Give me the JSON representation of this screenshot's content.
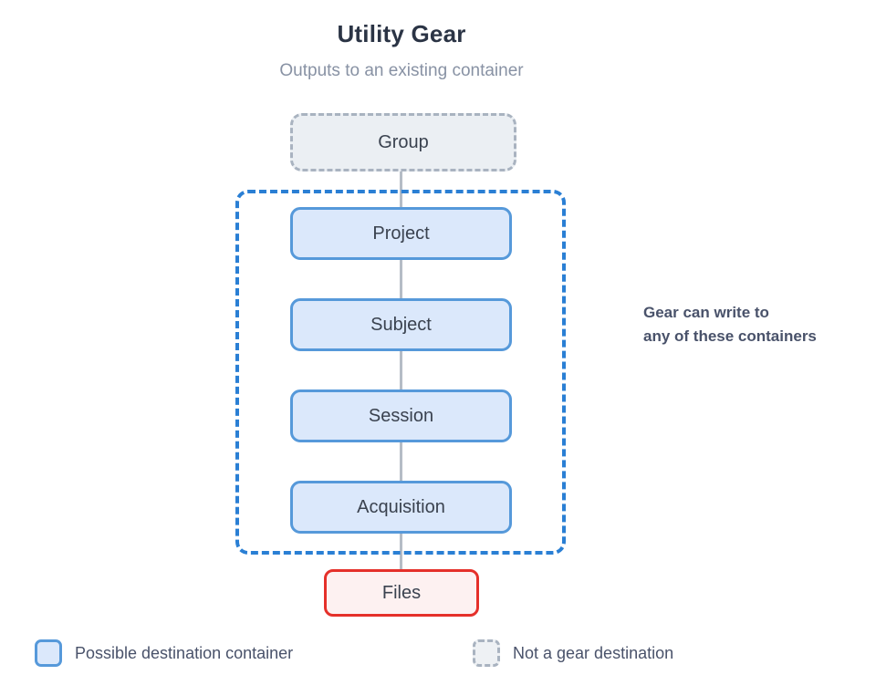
{
  "header": {
    "title": "Utility Gear",
    "subtitle": "Outputs to an existing container"
  },
  "diagram": {
    "nodes": [
      {
        "id": "group",
        "label": "Group",
        "style": "not-destination"
      },
      {
        "id": "project",
        "label": "Project",
        "style": "destination"
      },
      {
        "id": "subject",
        "label": "Subject",
        "style": "destination"
      },
      {
        "id": "session",
        "label": "Session",
        "style": "destination"
      },
      {
        "id": "acquisition",
        "label": "Acquisition",
        "style": "destination"
      },
      {
        "id": "files",
        "label": "Files",
        "style": "files"
      }
    ],
    "annotation": {
      "line1": "Gear can write to",
      "line2": "any of these containers"
    }
  },
  "legend": {
    "items": [
      {
        "label": "Possible destination container",
        "swatch": "blue-solid-rounded-square"
      },
      {
        "label": "Not a gear destination",
        "swatch": "gray-dashed-rounded-square"
      }
    ]
  },
  "colors": {
    "title_text": "#2b3445",
    "subtitle_text": "#8892a4",
    "node_text": "#3a424f",
    "destination_fill": "#dbe8fb",
    "destination_border": "#5699da",
    "not_destination_fill": "#ebeff3",
    "not_destination_border": "#a9b3c0",
    "files_fill": "#fdf1f1",
    "files_border": "#e5302a",
    "region_border": "#2a7fd4",
    "connector": "#b5bcc6"
  }
}
